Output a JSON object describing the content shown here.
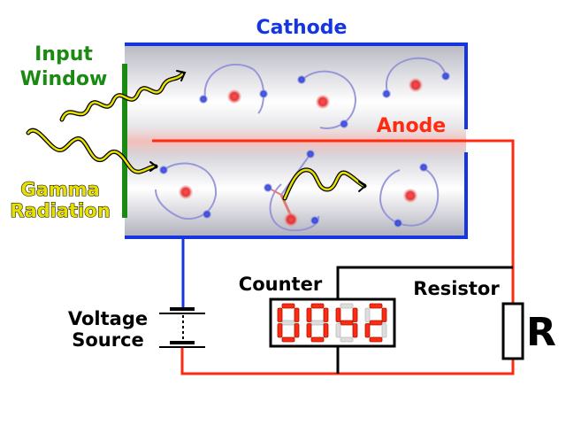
{
  "labels": {
    "cathode": "Cathode",
    "anode": "Anode",
    "input_window_line1": "Input",
    "input_window_line2": "Window",
    "gamma_line1": "Gamma",
    "gamma_line2": "Radiation",
    "voltage_line1": "Voltage",
    "voltage_line2": "Source",
    "counter": "Counter",
    "resistor": "Resistor",
    "resistor_symbol": "R"
  },
  "counter_display": {
    "digits": [
      "0",
      "0",
      "4",
      "2"
    ]
  },
  "colors": {
    "cathode": "#1535e0",
    "anode": "#ff2a10",
    "input_window": "#1a8a12",
    "gamma": "#e8e000",
    "wire_black": "#000000",
    "electron": "#3344dd",
    "nucleus": "#e03030",
    "segment_on": "#ff2a10",
    "segment_off": "#dddddd"
  }
}
